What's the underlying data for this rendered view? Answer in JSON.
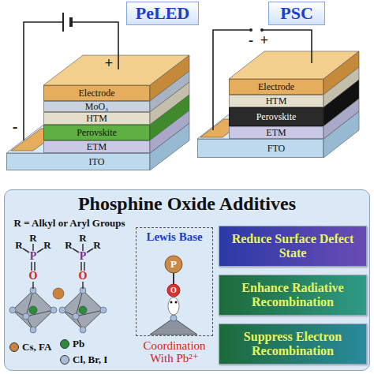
{
  "diagram": {
    "nodes": [
      {
        "text": [
          "PeLED"
        ]
      },
      {
        "text": [
          "PSC"
        ]
      },
      {
        "text": [
          "Electrode"
        ]
      },
      {
        "text": [
          "MoO₃"
        ]
      },
      {
        "text": [
          "HTM"
        ]
      },
      {
        "text": [
          "Perovskite"
        ]
      },
      {
        "text": [
          "ETM"
        ]
      },
      {
        "text": [
          "ITO"
        ]
      },
      {
        "text": [
          "Electrode"
        ]
      },
      {
        "text": [
          "HTM"
        ]
      },
      {
        "text": [
          "Perovskite"
        ]
      },
      {
        "text": [
          "ETM"
        ]
      },
      {
        "text": [
          "FTO"
        ]
      },
      {
        "text": [
          "Phosphine Oxide Additives"
        ]
      },
      {
        "text": [
          "Lewis Base"
        ],
        "in": 13
      },
      {
        "text": [
          "Reduce Surface Defect State"
        ],
        "in": 13
      },
      {
        "text": [
          "Enhance Radiative Recombination"
        ],
        "in": 13
      },
      {
        "text": [
          "Suppress Electron Recombination"
        ],
        "in": 13
      }
    ],
    "labels": [
      "+",
      "-",
      "-",
      "+",
      "R = Alkyl or Aryl Groups",
      "R",
      "R",
      "R",
      "P",
      "O",
      "R",
      "R",
      "R",
      "P",
      "O",
      "P",
      "O",
      "Coordination With Pb²⁺"
    ],
    "legend": [
      {
        "text": "Cs, FA",
        "color": "#c8843f"
      },
      {
        "text": "Pb",
        "color": "#2e8b3a"
      },
      {
        "text": "Cl, Br, I",
        "color": "#a8bcd8"
      }
    ]
  }
}
